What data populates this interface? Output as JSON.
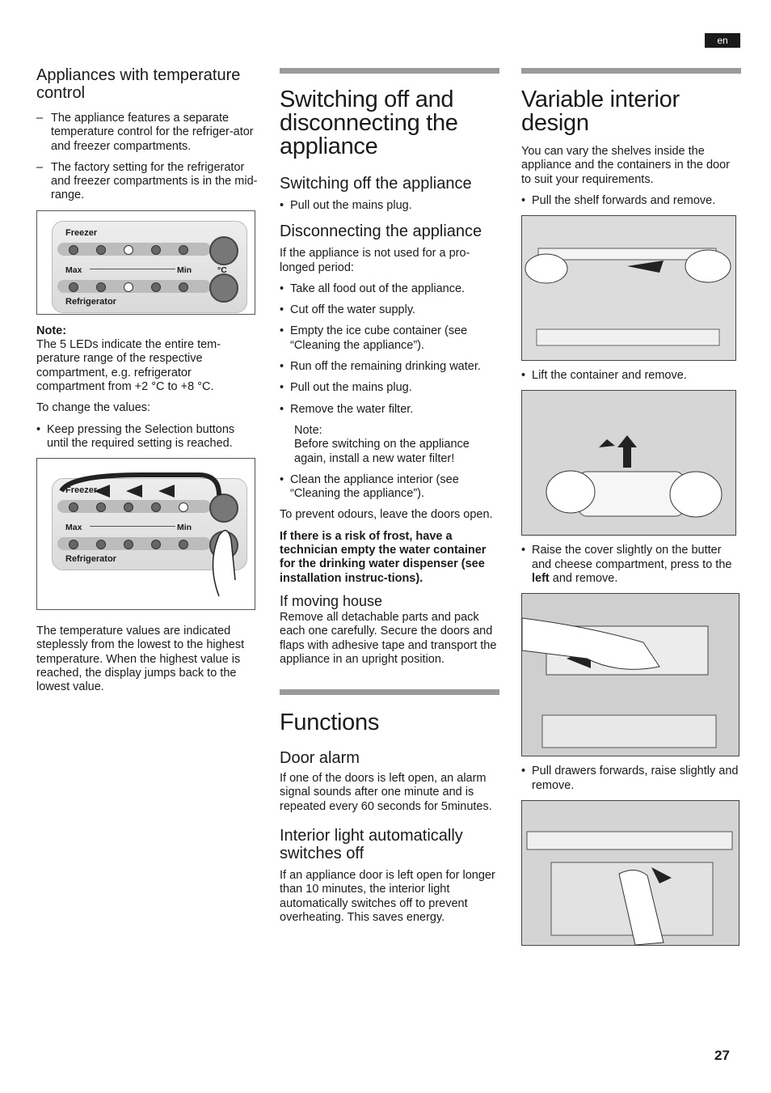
{
  "lang_tag": "en",
  "page_number": "27",
  "col1": {
    "heading": "Appliances with temperature control",
    "dash_items": [
      "The appliance features a separate temperature control for the refriger-ator and freezer compartments.",
      "The factory setting for the refrigerator and freezer compartments is in the mid-range."
    ],
    "fig1": {
      "freezer": "Freezer",
      "max": "Max",
      "min": "Min",
      "unit": "°C",
      "refrigerator": "Refrigerator"
    },
    "note_label": "Note:",
    "note_text": "The 5 LEDs indicate the entire tem-perature range of the respective compartment, e.g. refrigerator compartment from +2 °C to +8 °C.",
    "change_values": "To change the values:",
    "bullet": "Keep pressing the Selection buttons until the required setting is reached.",
    "fig2": {
      "freezer": "Freezer",
      "max": "Max",
      "min": "Min",
      "refrigerator": "Refrigerator"
    },
    "closing": "The temperature values are indicated steplessly from the lowest to the highest temperature. When the highest value is reached, the display jumps back to the lowest value."
  },
  "col2": {
    "title": "Switching off and disconnecting the appliance",
    "sub1": "Switching off the appliance",
    "sub1_bullet": "Pull out the mains plug.",
    "sub2": "Disconnecting the appliance",
    "sub2_intro": "If the appliance is not used for a pro-longed period:",
    "sub2_bullets": [
      "Take all food out of the appliance.",
      "Cut off the water supply.",
      "Empty the ice cube container (see “Cleaning the appliance”).",
      "Run off the remaining drinking water.",
      "Pull out the mains plug.",
      "Remove the water filter."
    ],
    "note_label": "Note:",
    "note_text": "Before switching on the appliance again, install a new water filter!",
    "clean_bullet": "Clean the appliance interior (see “Cleaning the appliance”).",
    "odours": "To prevent odours, leave the doors open.",
    "frost_warning": "If there is a risk of frost, have a technician empty the water container for the drinking water dispenser (see installation instruc-tions).",
    "moving_heading": "If moving house",
    "moving_text": "Remove all detachable parts and pack each one carefully. Secure the doors and flaps with adhesive tape and transport the appliance in an upright position.",
    "functions_title": "Functions",
    "door_alarm_heading": "Door alarm",
    "door_alarm_text": "If one of the doors is left open, an alarm signal sounds after one minute and is repeated every 60 seconds for 5minutes.",
    "light_heading": "Interior light automatically switches off",
    "light_text": "If an appliance door is left open for longer than 10 minutes, the interior light automatically switches off to prevent overheating. This saves energy."
  },
  "col3": {
    "title": "Variable interior design",
    "intro": "You can vary the shelves inside the appliance and the containers in the door to suit your requirements.",
    "step1": "Pull the shelf forwards and remove.",
    "step2": "Lift the container and remove.",
    "step3_pre": "Raise the cover slightly on the butter and cheese compartment, press to the ",
    "step3_bold": "left",
    "step3_post": " and remove.",
    "step4": "Pull drawers forwards, raise slightly and remove."
  }
}
